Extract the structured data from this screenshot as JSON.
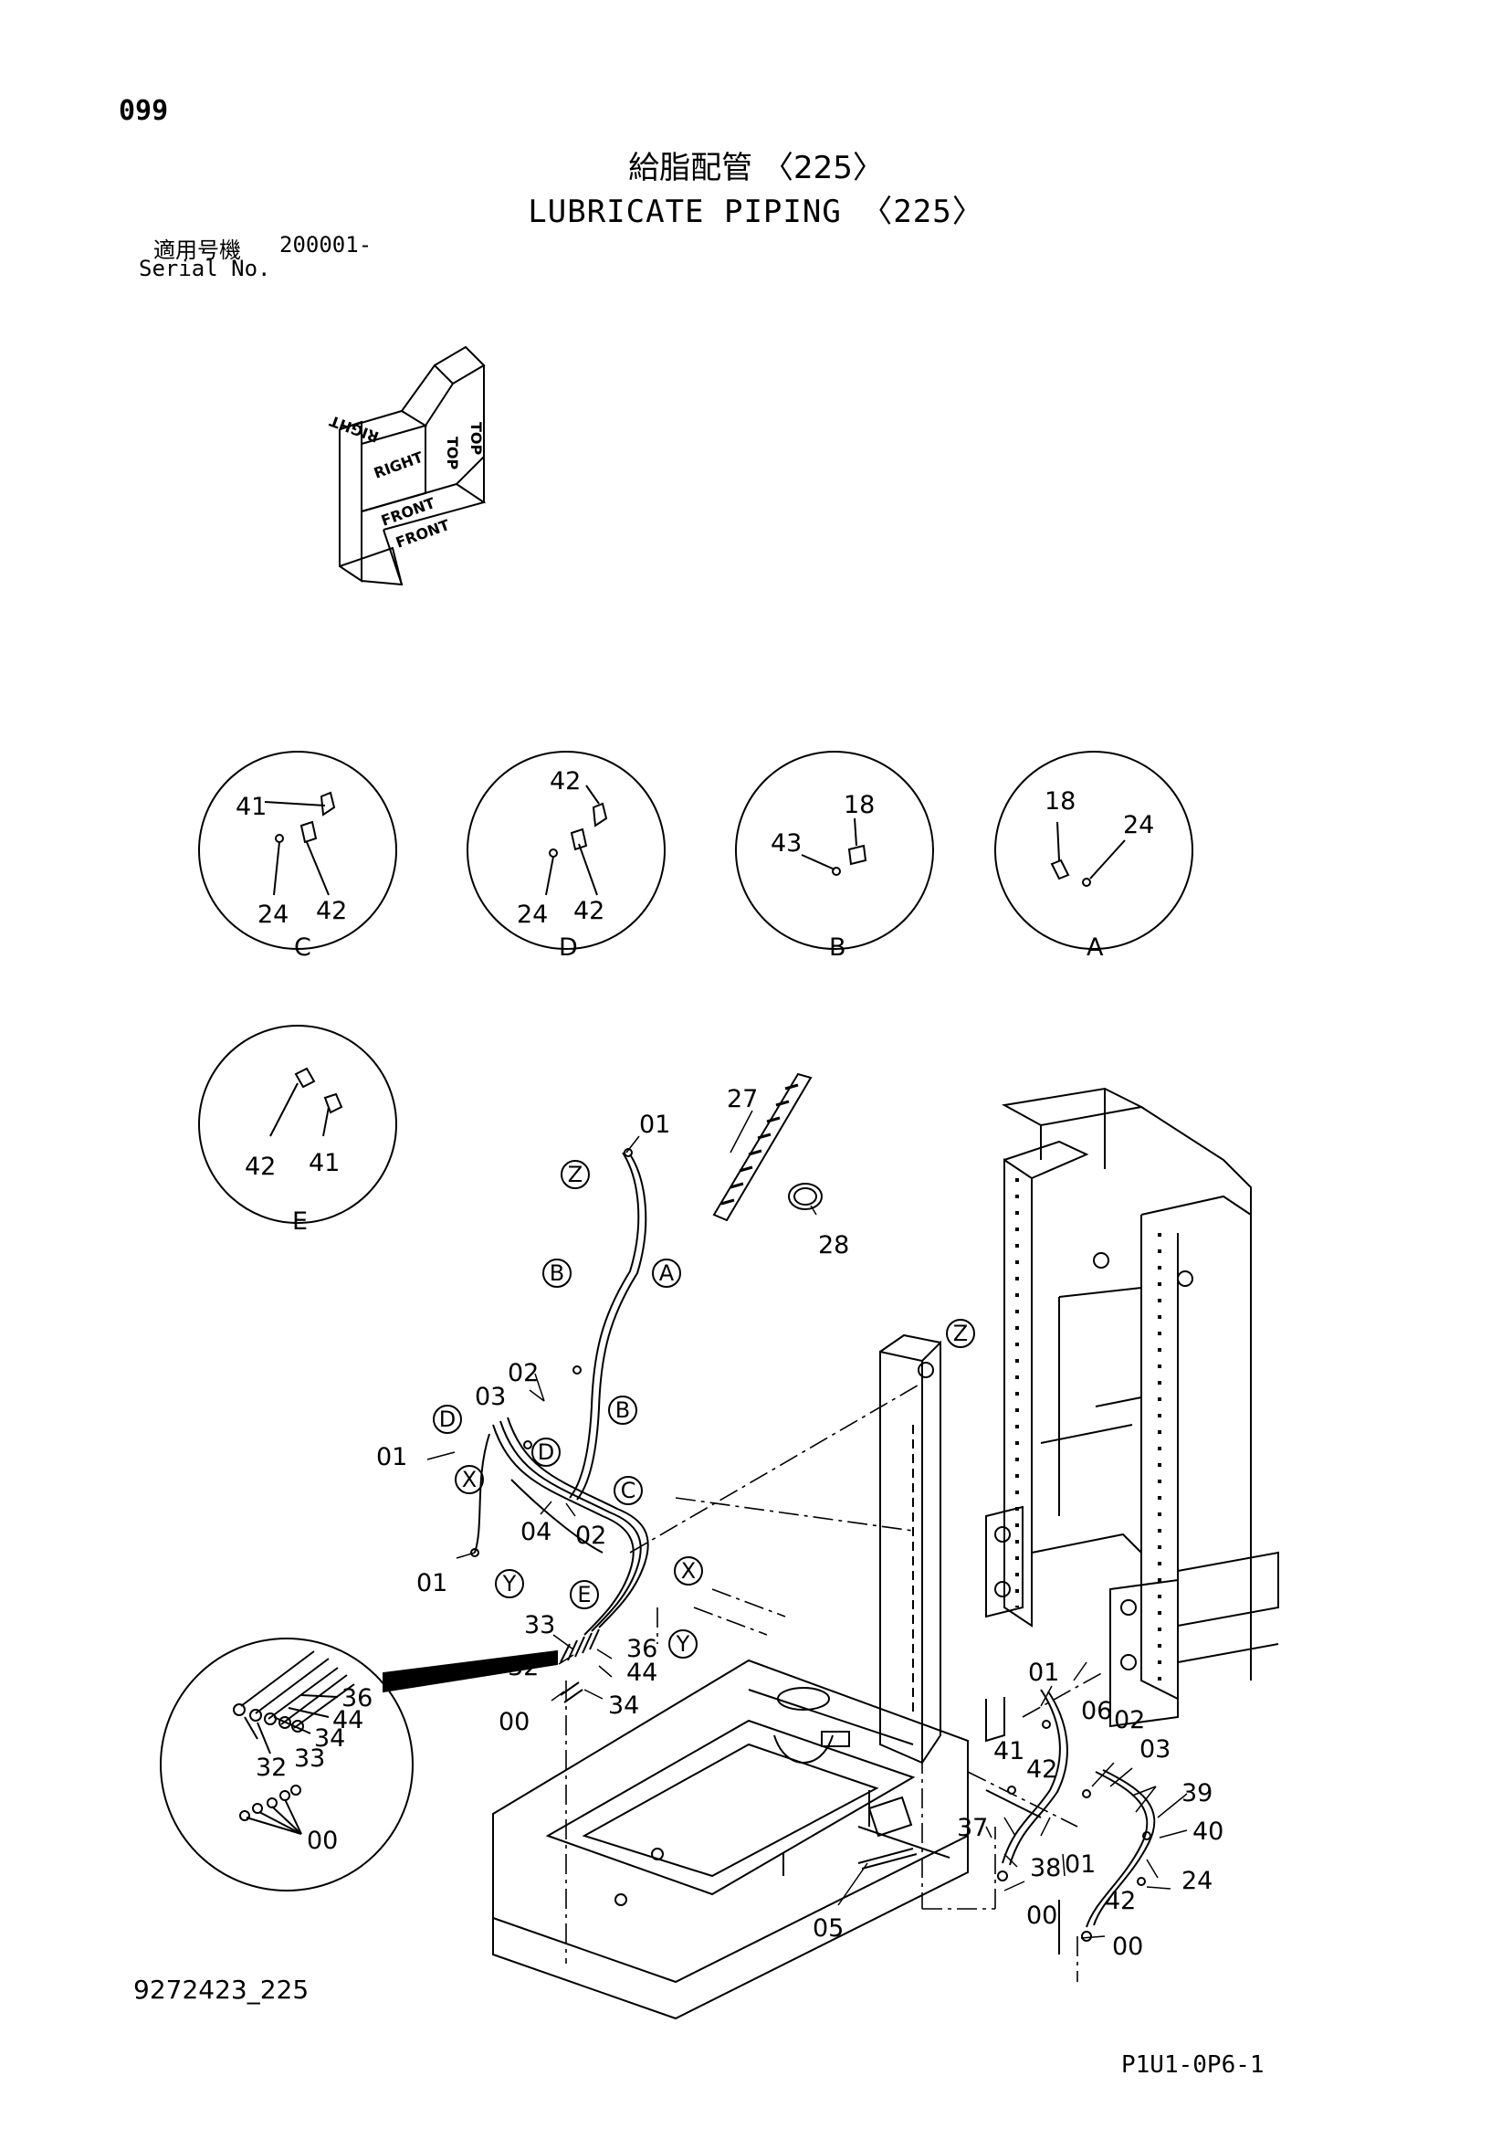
{
  "header": {
    "page_number": "099",
    "title_japanese": "給脂配管 〈225〉",
    "title_english": "LUBRICATE PIPING 〈225〉",
    "serial_label_japanese": "適用号機",
    "serial_value": "200001-",
    "serial_label_english": "Serial No."
  },
  "orientation_indicator": {
    "labels": [
      "TOP",
      "TOP",
      "RIGHT",
      "RIGHT",
      "FRONT",
      "FRONT"
    ]
  },
  "detail_views": [
    {
      "id": "C",
      "parts": [
        "41",
        "24",
        "42"
      ]
    },
    {
      "id": "D",
      "parts": [
        "42",
        "24",
        "42"
      ]
    },
    {
      "id": "B",
      "parts": [
        "18",
        "43"
      ]
    },
    {
      "id": "A",
      "parts": [
        "18",
        "24"
      ]
    },
    {
      "id": "E",
      "parts": [
        "42",
        "41"
      ]
    }
  ],
  "magnified_view": {
    "parts": [
      "36",
      "44",
      "34",
      "32",
      "33",
      "00"
    ]
  },
  "callouts": {
    "z_top": "Z",
    "a_upper": "A",
    "b_upper": "B",
    "b_mid": "B",
    "c_main": "C",
    "d_upper": "D",
    "d_lower": "D",
    "x_left": "X",
    "y_left": "Y",
    "e_main": "E",
    "x_frame": "X",
    "y_frame": "Y",
    "z_frame": "Z"
  },
  "part_labels": {
    "p01_top": "01",
    "p27": "27",
    "p28": "28",
    "p02_a": "02",
    "p03_a": "03",
    "p01_left": "01",
    "p04": "04",
    "p02_b": "02",
    "p01_lower": "01",
    "p33": "33",
    "p32": "32",
    "p36": "36",
    "p44": "44",
    "p34": "34",
    "p00_a": "00",
    "p01_right": "01",
    "p06": "06",
    "p02_c": "02",
    "p03_b": "03",
    "p41": "41",
    "p42_a": "42",
    "p39": "39",
    "p40": "40",
    "p37": "37",
    "p38": "38",
    "p01_right2": "01",
    "p24": "24",
    "p42_b": "42",
    "p00_b": "00",
    "p00_c": "00",
    "p05": "05"
  },
  "footer": {
    "document_id": "9272423_225",
    "page_code": "P1U1-0P6-1"
  }
}
